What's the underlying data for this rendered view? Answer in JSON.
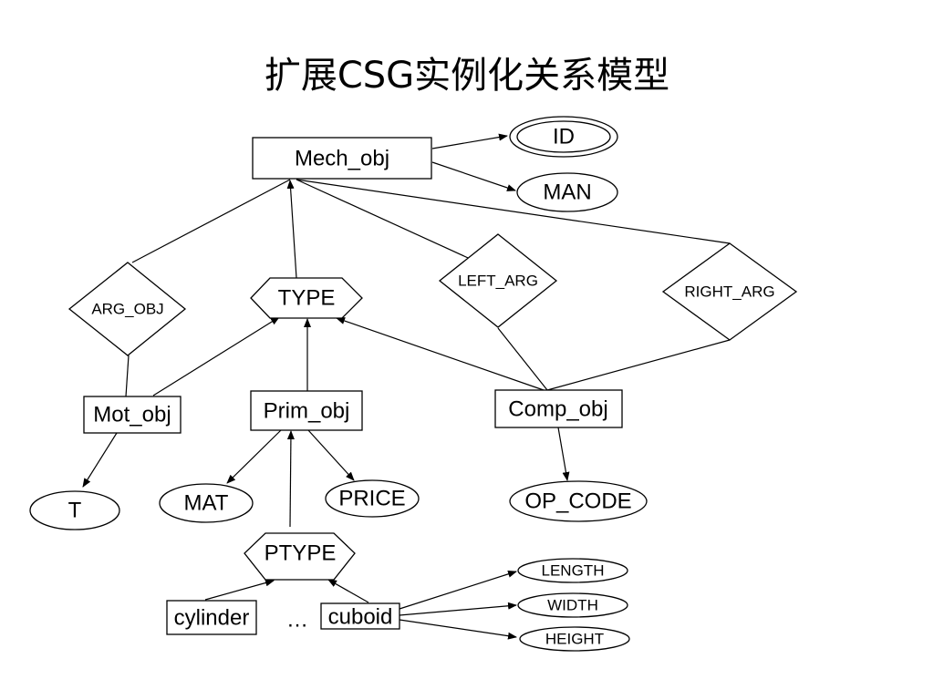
{
  "title": "扩展CSG实例化关系模型",
  "entities": {
    "mech_obj": "Mech_obj",
    "mot_obj": "Mot_obj",
    "prim_obj": "Prim_obj",
    "comp_obj": "Comp_obj",
    "cylinder": "cylinder",
    "cuboid": "cuboid"
  },
  "attributes": {
    "id": "ID",
    "man": "MAN",
    "t": "T",
    "mat": "MAT",
    "price": "PRICE",
    "op_code": "OP_CODE",
    "length": "LENGTH",
    "width": "WIDTH",
    "height": "HEIGHT"
  },
  "relationships": {
    "arg_obj": "ARG_OBJ",
    "left_arg": "LEFT_ARG",
    "right_arg": "RIGHT_ARG"
  },
  "types": {
    "type": "TYPE",
    "ptype": "PTYPE"
  },
  "ellipsis": "…"
}
